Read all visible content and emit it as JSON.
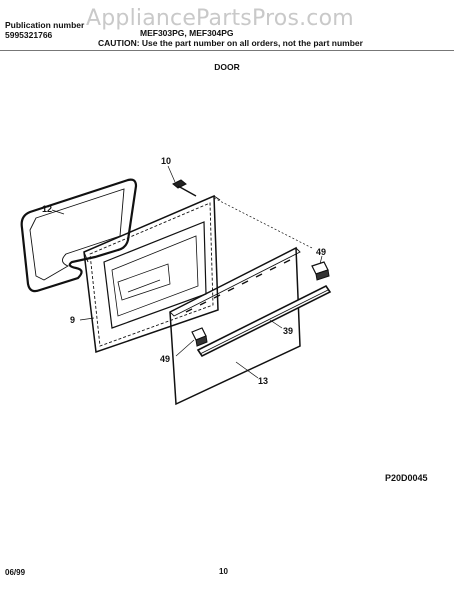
{
  "watermark": "AppliancePartsPros.com",
  "header": {
    "publication_label": "Publication number",
    "publication_number": "5995321766",
    "models": "MEF303PG, MEF304PG",
    "caution": "CAUTION:  Use the part number on all orders, not the part number"
  },
  "section_title": "DOOR",
  "diagram": {
    "callouts": {
      "c10": "10",
      "c12": "12",
      "c9": "9",
      "c49a": "49",
      "c39": "39",
      "c49b": "49",
      "c13": "13"
    }
  },
  "footer": {
    "diagram_code": "P20D0045",
    "date": "06/99",
    "page": "10"
  }
}
